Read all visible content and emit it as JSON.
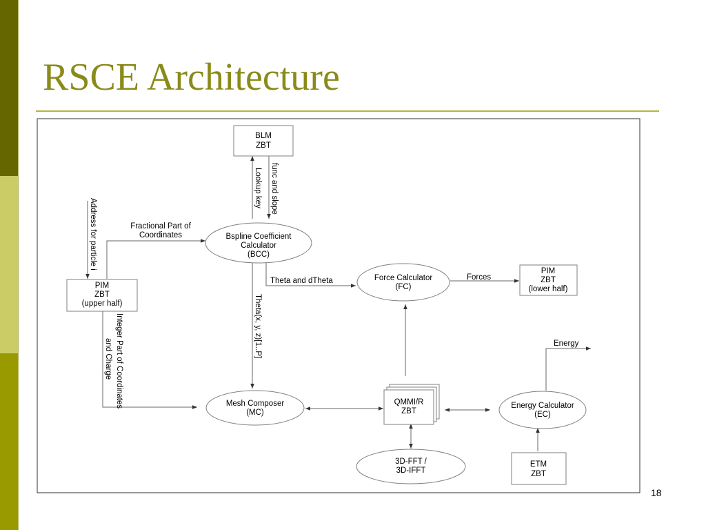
{
  "slide": {
    "title": "RSCE Architecture",
    "page_number": "18"
  },
  "nodes": {
    "blm": {
      "line1": "BLM",
      "line2": "ZBT"
    },
    "bcc": {
      "line1": "Bspline Coefficient",
      "line2": "Calculator",
      "line3": "(BCC)"
    },
    "pim_upper": {
      "line1": "PIM",
      "line2": "ZBT",
      "line3": "(upper half)"
    },
    "fc": {
      "line1": "Force Calculator",
      "line2": "(FC)"
    },
    "pim_lower": {
      "line1": "PIM",
      "line2": "ZBT",
      "line3": "(lower half)"
    },
    "mc": {
      "line1": "Mesh Composer",
      "line2": "(MC)"
    },
    "qmmi": {
      "line1": "QMMI/R",
      "line2": "ZBT"
    },
    "ec": {
      "line1": "Energy Calculator",
      "line2": "(EC)"
    },
    "fft": {
      "line1": "3D-FFT /",
      "line2": "3D-IFFT"
    },
    "etm": {
      "line1": "ETM",
      "line2": "ZBT"
    }
  },
  "edge_labels": {
    "lookup_key": "Lookup key",
    "func_and_slope": "func and slope",
    "address_for_particle": "Address for particle i",
    "fractional_line1": "Fractional Part of",
    "fractional_line2": "Coordinates",
    "theta_and_dtheta": "Theta and dTheta",
    "forces": "Forces",
    "theta_xyz": "Theta(x, y, z)[1..P]",
    "integer_line1": "Integer Part of Coordinates",
    "integer_line2": "and Charge",
    "energy": "Energy"
  }
}
